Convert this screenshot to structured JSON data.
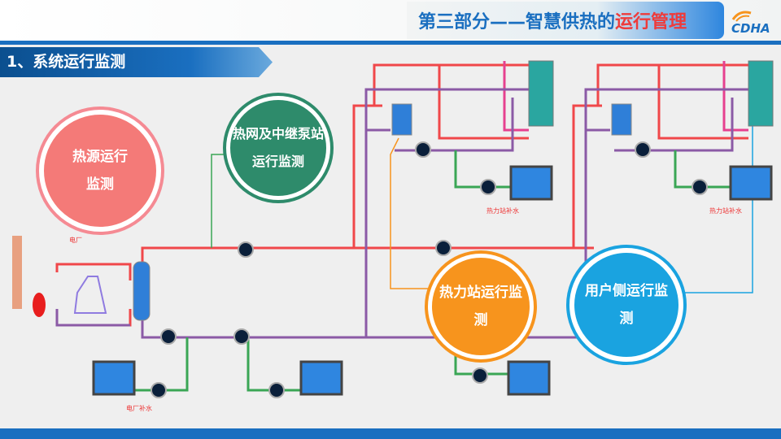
{
  "header": {
    "title_part1": "第三部分——智慧供热的",
    "title_part2": "运行管理",
    "logo_text": "CDHA"
  },
  "section": {
    "title": "1、系统运行监测"
  },
  "bubbles": [
    {
      "label": "热源运行监测",
      "color": "#f47a78"
    },
    {
      "label": "热网及中继泵站运行监测",
      "color": "#2e8b6b"
    },
    {
      "label": "热力站运行监测",
      "color": "#f7941d"
    },
    {
      "label": "用户侧运行监测",
      "color": "#1aa3e0"
    }
  ],
  "diagram_labels": {
    "plant": "电厂",
    "plant_makeup": "电厂补水",
    "station_makeup_1": "热力站补水",
    "station_makeup_2": "热力站补水"
  }
}
